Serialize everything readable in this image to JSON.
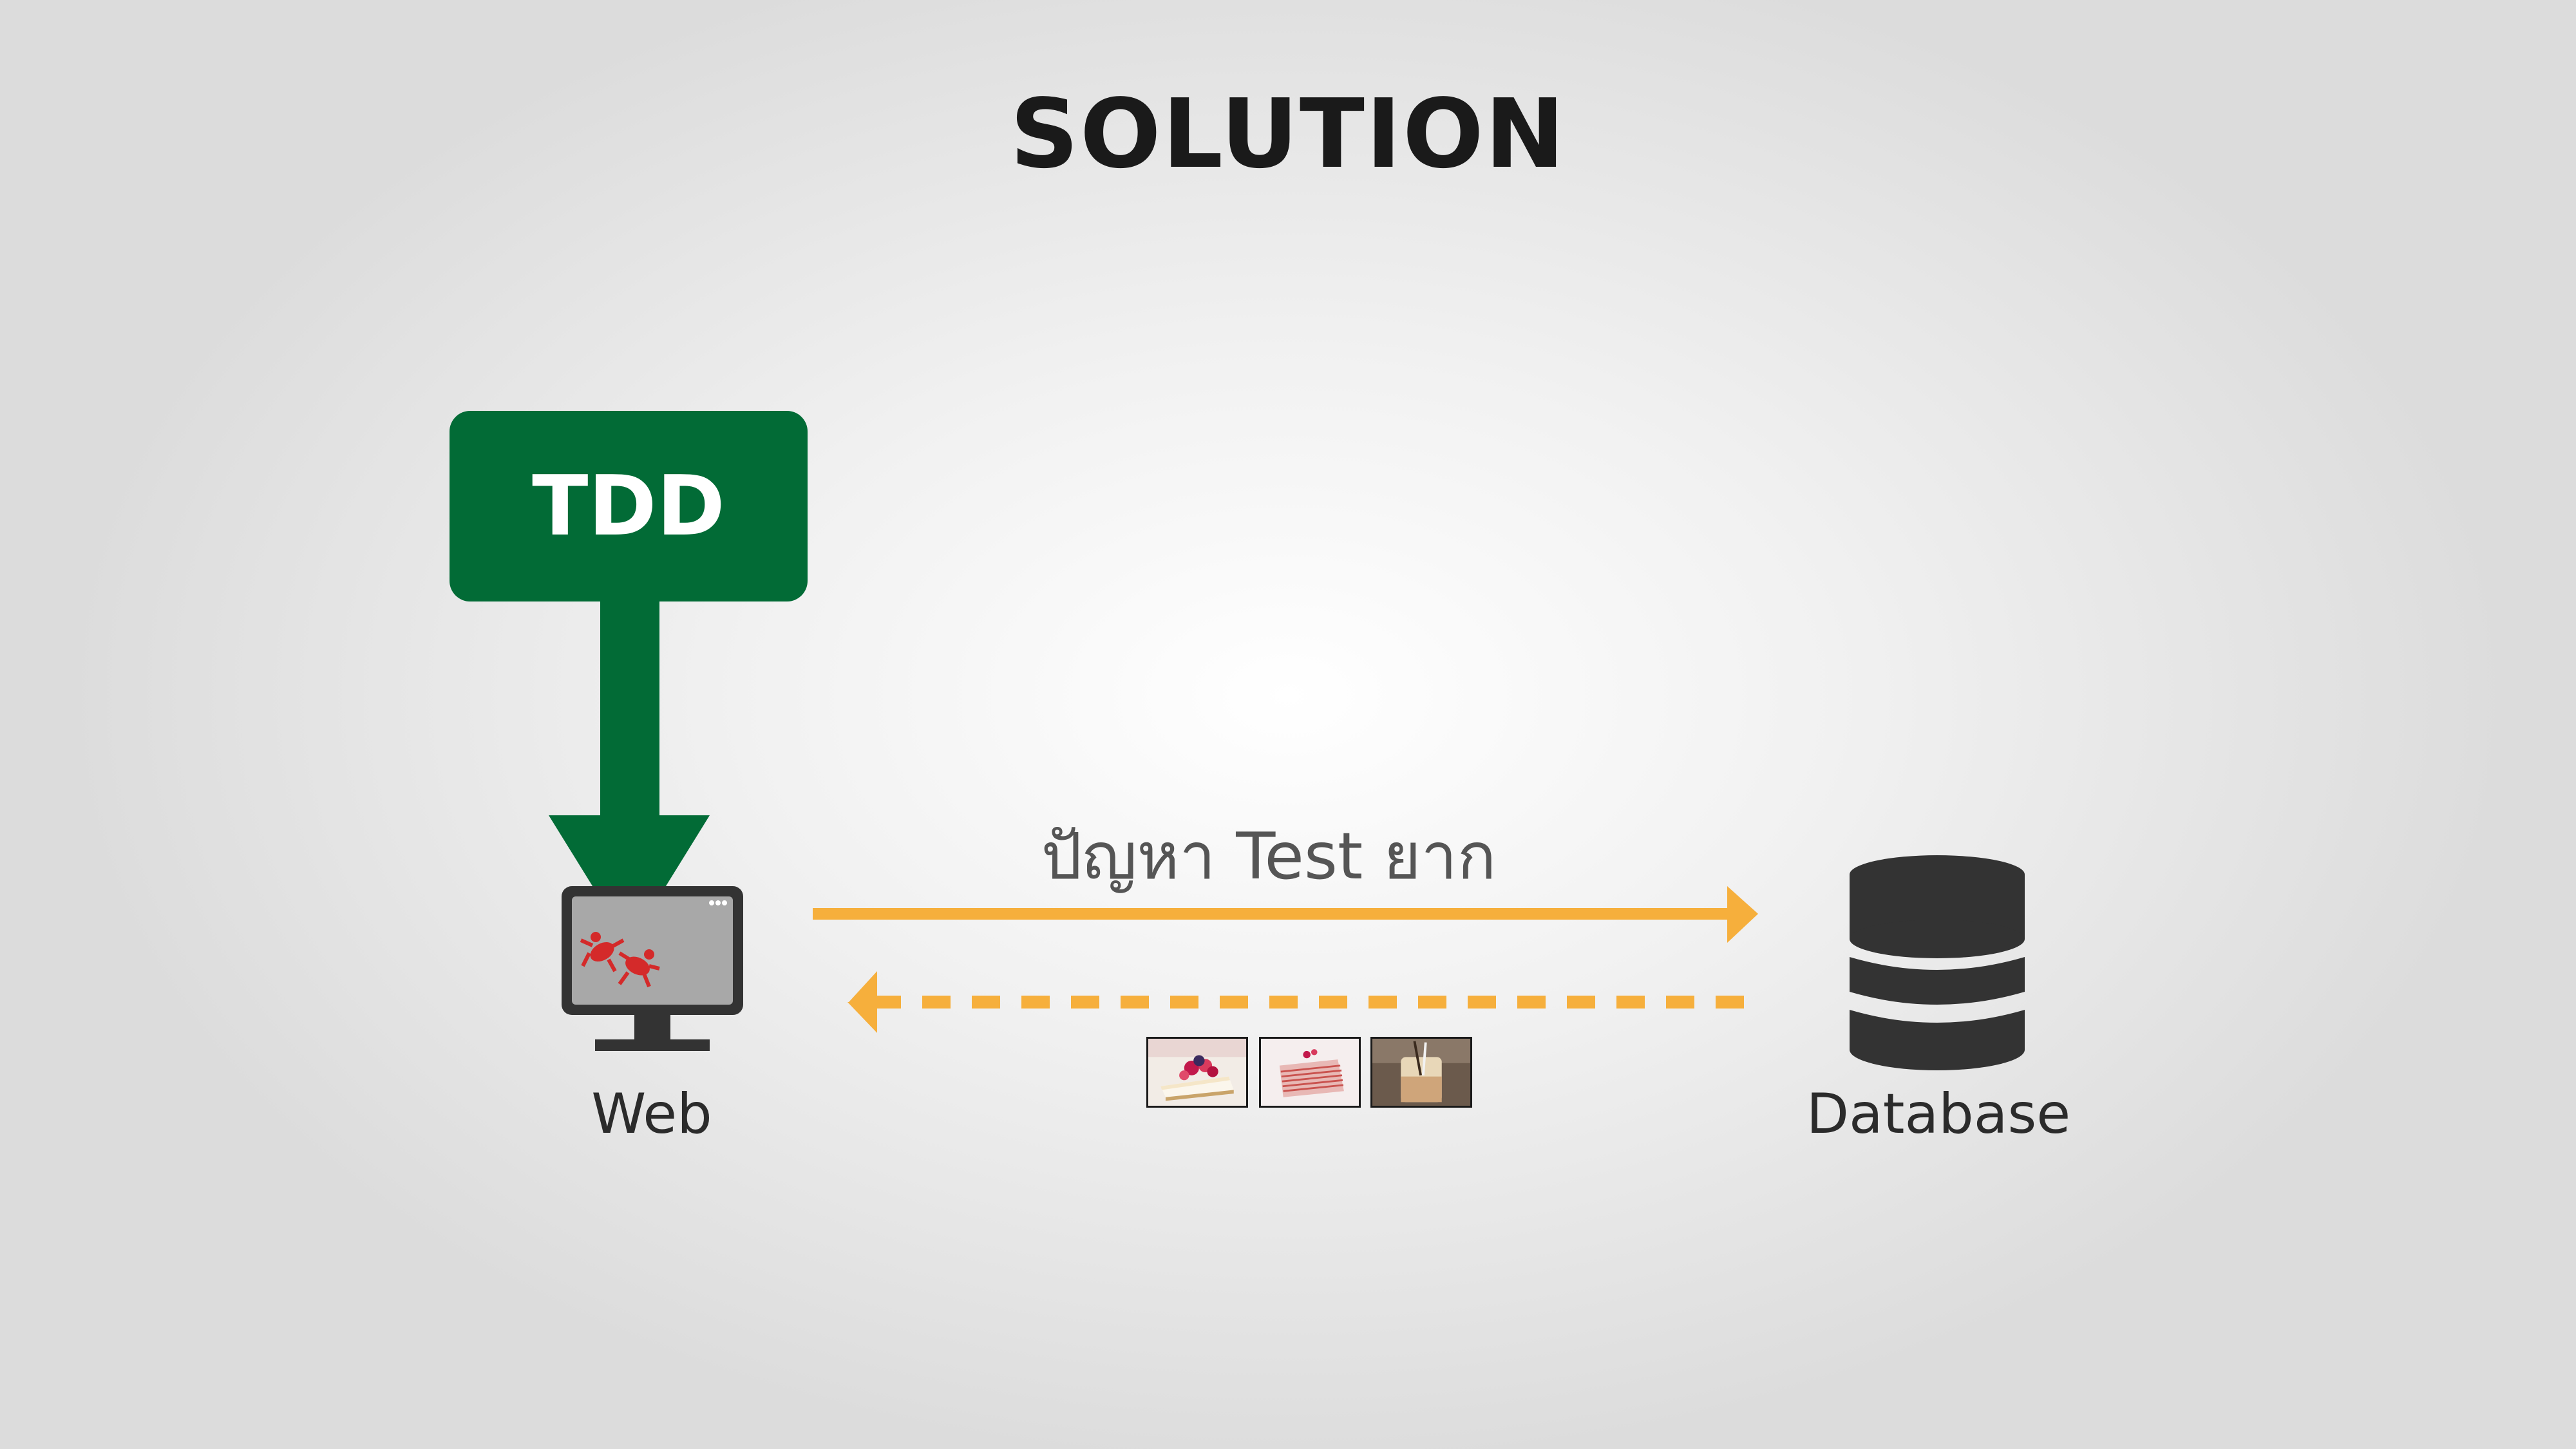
{
  "slide": {
    "title": "SOLUTION",
    "tdd_label": "TDD",
    "problem_label": "ปัญหา Test ยาก",
    "web_label": "Web",
    "database_label": "Database"
  },
  "colors": {
    "tdd_green": "#026b36",
    "arrow_orange": "#f6af3c",
    "icon_dark": "#333333",
    "bug_red": "#d42a2a"
  },
  "icons": {
    "web": "monitor-with-bugs-icon",
    "database": "database-cylinder-icon",
    "thumbnails": [
      "cheesecake-photo",
      "crepe-cake-photo",
      "iced-drink-photo"
    ]
  }
}
